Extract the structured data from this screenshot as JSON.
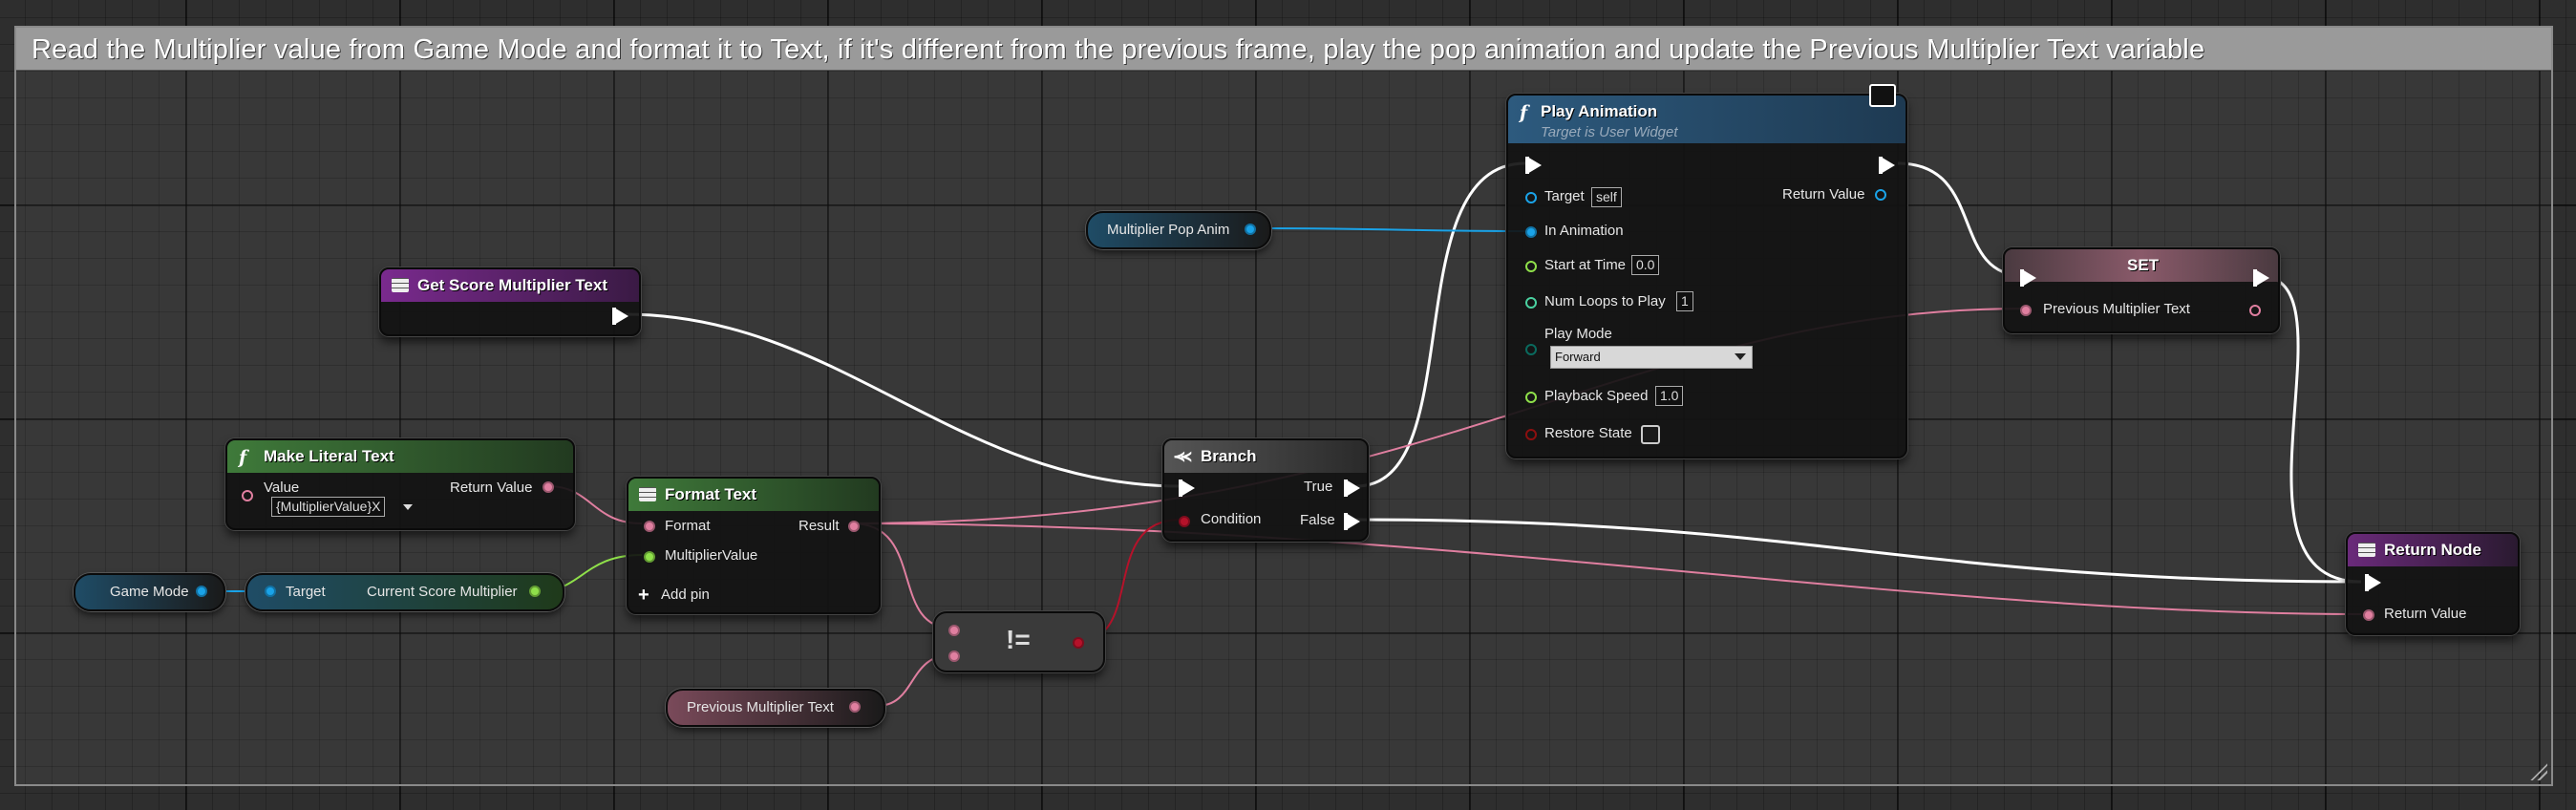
{
  "comment": {
    "text": "Read the Multiplier value from Game Mode and format it to Text, if it's different from the previous frame, play the pop animation and update the Previous Multiplier Text variable"
  },
  "nodes": {
    "get_score_multiplier_text": {
      "title": "Get Score Multiplier Text"
    },
    "make_literal_text": {
      "title": "Make Literal Text",
      "value_label": "Value",
      "value": "{MultiplierValue}X",
      "return_label": "Return Value"
    },
    "game_mode": {
      "label": "Game Mode"
    },
    "current_score_multiplier": {
      "target_label": "Target",
      "output_label": "Current Score Multiplier"
    },
    "format_text": {
      "title": "Format Text",
      "format_label": "Format",
      "result_label": "Result",
      "multiplier_label": "MultiplierValue",
      "add_pin_label": "Add pin"
    },
    "not_equal": {
      "symbol": "!="
    },
    "previous_multiplier_text_get": {
      "label": "Previous Multiplier Text"
    },
    "branch": {
      "title": "Branch",
      "condition_label": "Condition",
      "true_label": "True",
      "false_label": "False"
    },
    "multiplier_pop_anim": {
      "label": "Multiplier Pop Anim"
    },
    "play_animation": {
      "title": "Play Animation",
      "subtitle": "Target is User Widget",
      "target_label": "Target",
      "target_value": "self",
      "return_label": "Return Value",
      "in_animation_label": "In Animation",
      "start_time_label": "Start at Time",
      "start_time_value": "0.0",
      "num_loops_label": "Num Loops to Play",
      "num_loops_value": "1",
      "play_mode_label": "Play Mode",
      "play_mode_value": "Forward",
      "playback_speed_label": "Playback Speed",
      "playback_speed_value": "1.0",
      "restore_state_label": "Restore State",
      "restore_state_checked": false
    },
    "set_node": {
      "title": "SET",
      "var_label": "Previous Multiplier Text"
    },
    "return_node": {
      "title": "Return Node",
      "return_label": "Return Value"
    }
  },
  "colors": {
    "exec": "#ffffff",
    "text_pin": "#e07fa0",
    "float_pin": "#8fe04a",
    "object_pin": "#1aa3e8",
    "bool_pin": "#8c0f0f",
    "enum_pin": "#0a6a5e",
    "function_header": "#2d5a7e",
    "pure_function_header": "#3f7a3a",
    "return_header": "#6a2a7a",
    "set_header": "#6b4a55"
  }
}
